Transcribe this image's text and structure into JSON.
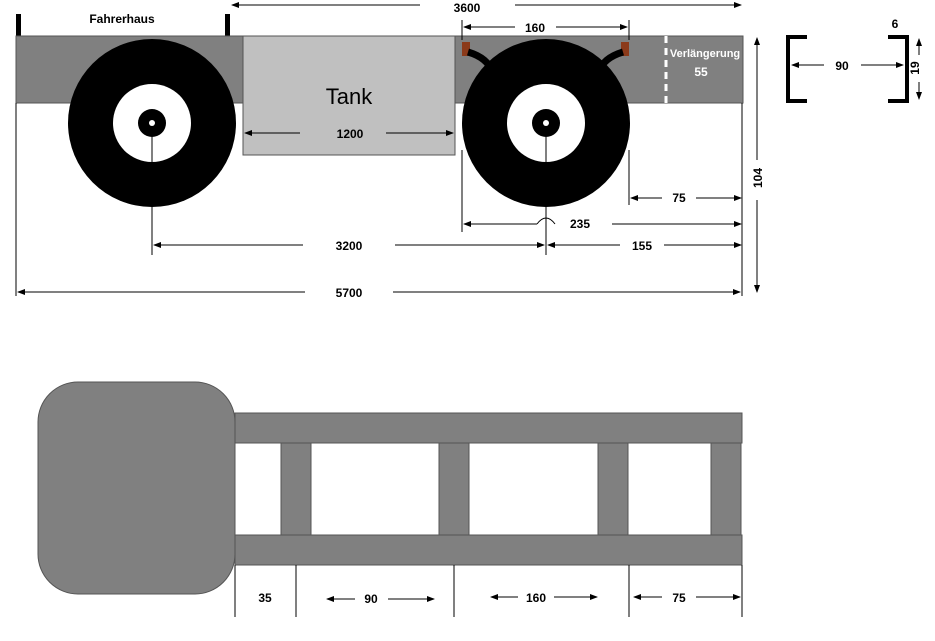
{
  "labels": {
    "cab": "Fahrerhaus",
    "tank": "Tank",
    "extension": "Verlängerung",
    "extension_value": "55"
  },
  "dimensions": {
    "d3600": "3600",
    "d160_top": "160",
    "d6": "6",
    "d90_profile": "90",
    "d19": "19",
    "d1200": "1200",
    "d104": "104",
    "d75_top": "75",
    "d235": "235",
    "d3200": "3200",
    "d155": "155",
    "d5700": "5700",
    "d35": "35",
    "d90_bottom": "90",
    "d160_bottom": "160",
    "d75_bottom": "75"
  },
  "colors": {
    "frame_gray": "#808080",
    "tank_gray": "#c0c0c0",
    "tire": "#000000",
    "rim": "#ffffff",
    "mount_brown": "#8b3a1a"
  }
}
